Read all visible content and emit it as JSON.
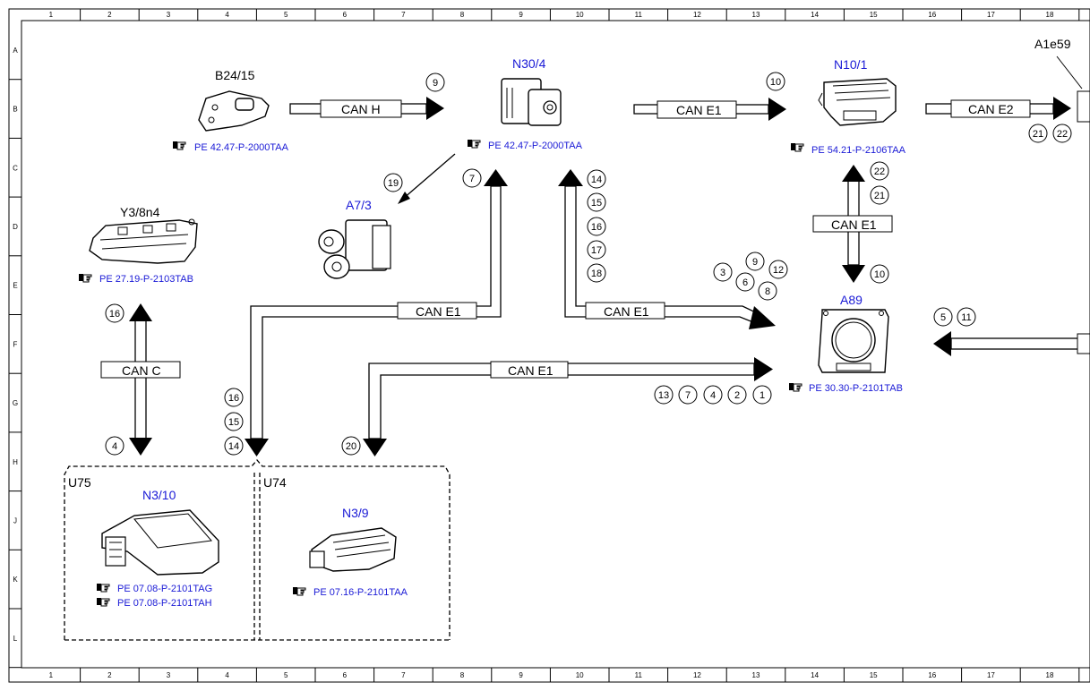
{
  "grid": {
    "cols_top": [
      "1",
      "2",
      "3",
      "4",
      "5",
      "6",
      "7",
      "8",
      "9",
      "10",
      "11",
      "12",
      "13",
      "14",
      "15",
      "16",
      "17",
      "18"
    ],
    "cols_bottom": [
      "1",
      "2",
      "3",
      "4",
      "5",
      "6",
      "7",
      "8",
      "9",
      "10",
      "11",
      "12",
      "13",
      "14",
      "15",
      "16",
      "17",
      "18"
    ],
    "rows": [
      "A",
      "B",
      "C",
      "D",
      "E",
      "F",
      "G",
      "H",
      "J",
      "K",
      "L"
    ]
  },
  "components": {
    "b24_15": {
      "label": "B24/15",
      "ref": "PE 42.47-P-2000TAA"
    },
    "n30_4": {
      "label": "N30/4",
      "ref": "PE 42.47-P-2000TAA"
    },
    "n10_1": {
      "label": "N10/1",
      "ref": "PE 54.21-P-2106TAA"
    },
    "a1e59": {
      "label": "A1e59"
    },
    "a7_3": {
      "label": "A7/3"
    },
    "y3_8n4": {
      "label": "Y3/8n4",
      "ref": "PE 27.19-P-2103TAB"
    },
    "a89": {
      "label": "A89",
      "ref": "PE 30.30-P-2101TAB"
    },
    "n3_10": {
      "label": "N3/10",
      "ref1": "PE 07.08-P-2101TAG",
      "ref2": "PE 07.08-P-2101TAH"
    },
    "n3_9": {
      "label": "N3/9",
      "ref": "PE 07.16-P-2101TAA"
    }
  },
  "regions": {
    "u75": "U75",
    "u74": "U74"
  },
  "buses": {
    "can_h": "CAN H",
    "can_e1_top": "CAN E1",
    "can_e2": "CAN E2",
    "can_c": "CAN C",
    "can_e1_vertical": "CAN E1",
    "can_e1_mid_left": "CAN E1",
    "can_e1_mid_right": "CAN E1",
    "can_e1_lower": "CAN E1"
  },
  "circles": {
    "c_9_top": "9",
    "c_10_top": "10",
    "c_21_top": "21",
    "c_22_top": "22",
    "c_19": "19",
    "c_7": "7",
    "c_14_right": "14",
    "c_15_right": "15",
    "c_16_right": "16",
    "c_17": "17",
    "c_18": "18",
    "c_22_mid": "22",
    "c_21_mid": "21",
    "c_10_mid": "10",
    "c_16_left": "16",
    "c_4_left": "4",
    "c_3": "3",
    "c_9_mid": "9",
    "c_12": "12",
    "c_6": "6",
    "c_8": "8",
    "c_5": "5",
    "c_11": "11",
    "c_16_center": "16",
    "c_15_center": "15",
    "c_14_center": "14",
    "c_20": "20",
    "c_13": "13",
    "c_7_bottom": "7",
    "c_4_bottom": "4",
    "c_2": "2",
    "c_1": "1"
  },
  "icons": {
    "ref_pointer": "pointing-hand-icon",
    "connector": "connector-icon",
    "control_unit": "control-unit-icon",
    "valve_block": "valve-block-icon",
    "sensor": "sensor-icon",
    "gasket": "gasket-icon"
  }
}
